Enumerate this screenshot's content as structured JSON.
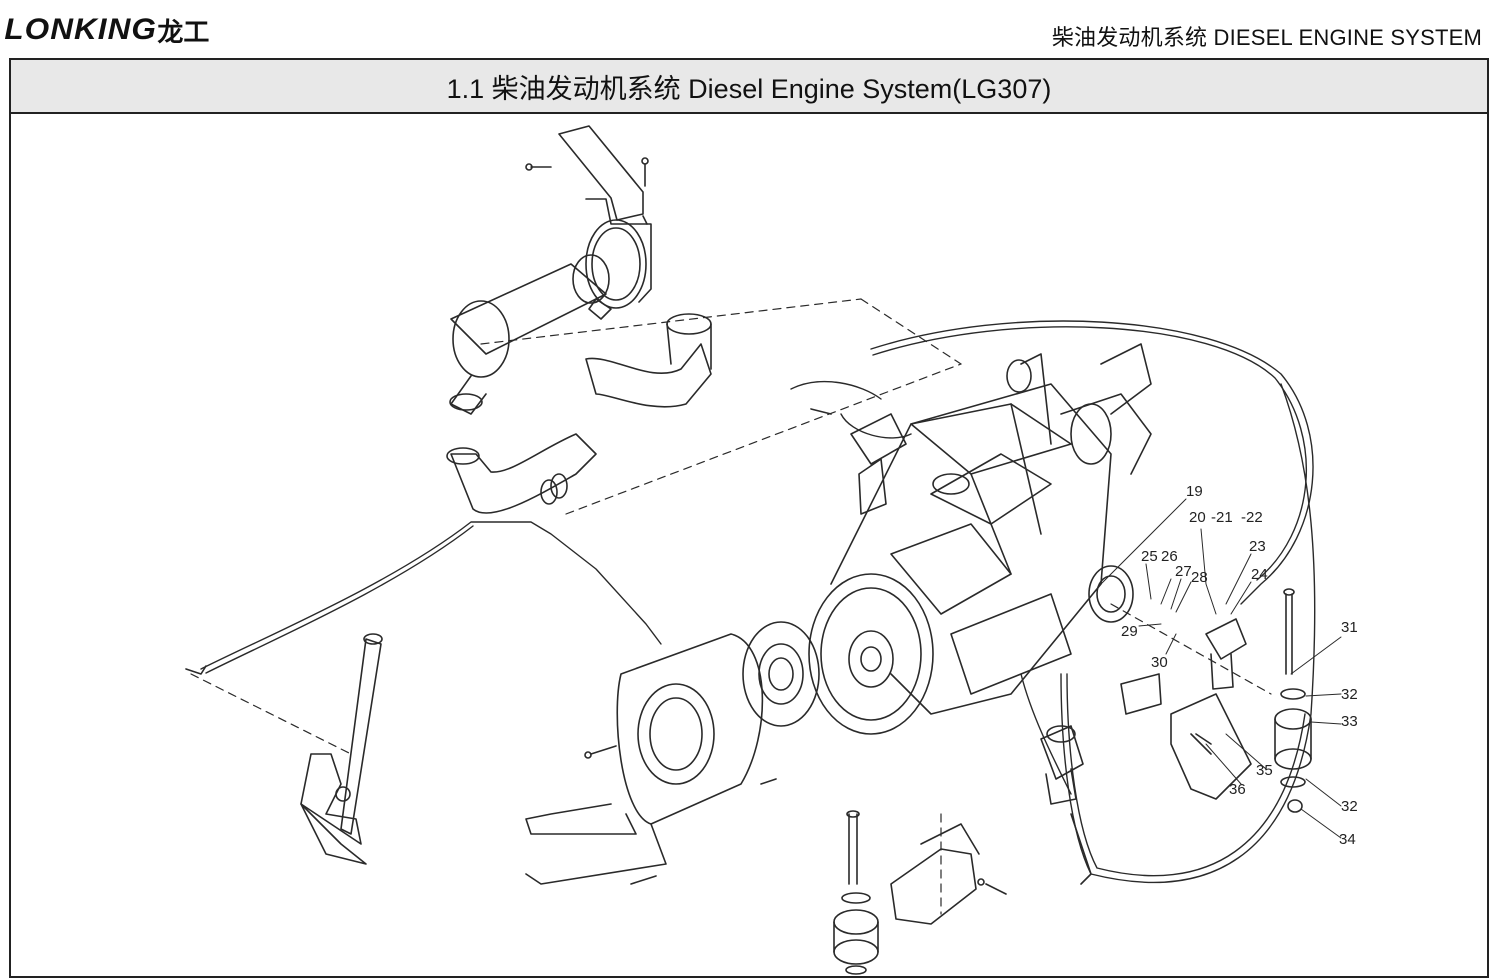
{
  "brand": {
    "name": "LONKING",
    "name_cn": "龙工"
  },
  "header": {
    "section": "柴油发动机系统 DIESEL ENGINE SYSTEM"
  },
  "title": "1.1  柴油发动机系统 Diesel Engine System(LG307)",
  "callouts": {
    "c19": "19",
    "c20": "20",
    "c21": "-21",
    "c22": "-22",
    "c23": "23",
    "c24": "24",
    "c25": "25",
    "c26": "26",
    "c27": "27",
    "c28": "28",
    "c29": "29",
    "c30": "30",
    "c31": "31",
    "c32a": "32",
    "c33": "33",
    "c32b": "32",
    "c34": "34",
    "c35": "35",
    "c36": "36"
  }
}
